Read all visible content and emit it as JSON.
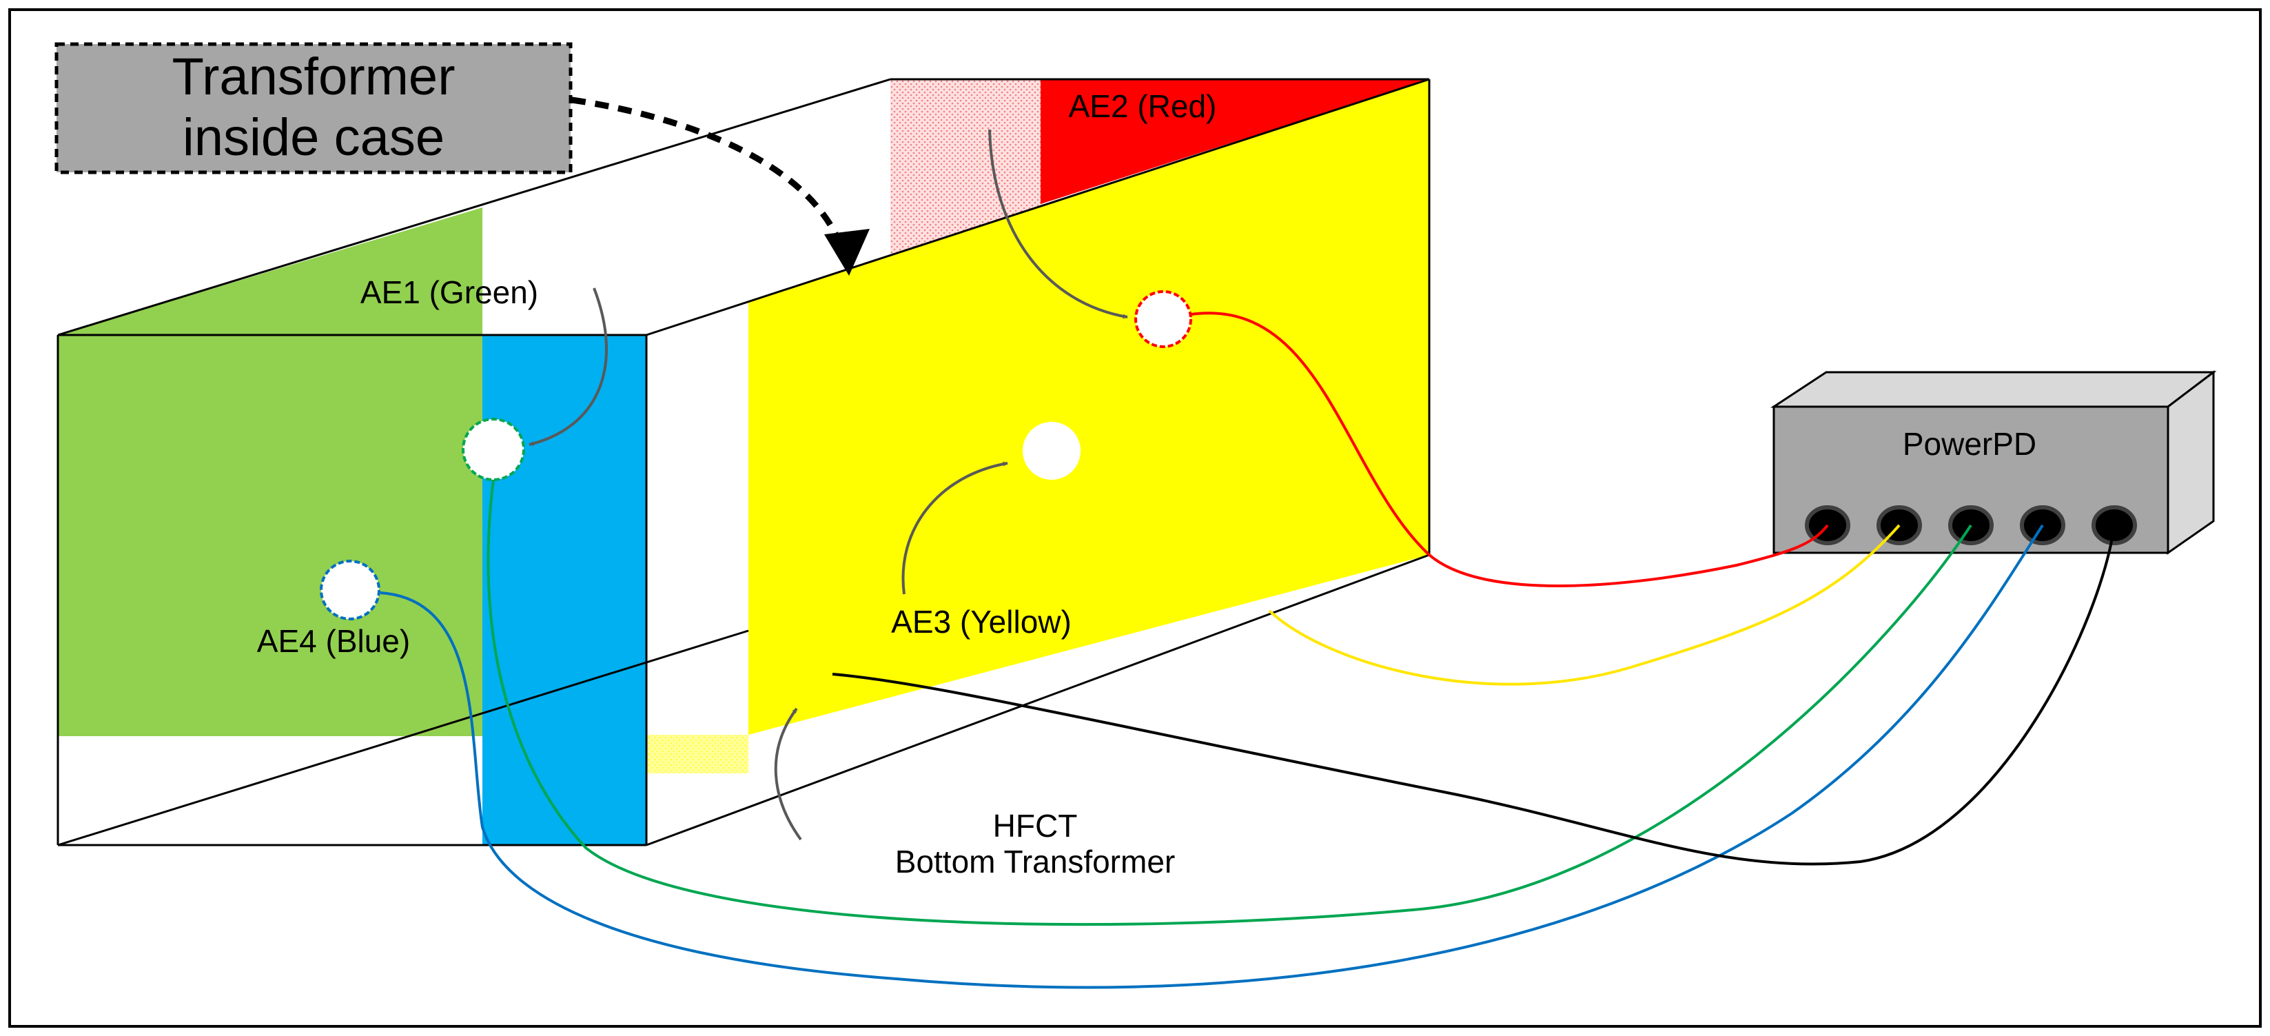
{
  "title_box": {
    "line1": "Transformer",
    "line2": "inside case"
  },
  "sensors": {
    "ae1": {
      "label": "AE1 (Green)",
      "color": "#00a651"
    },
    "ae2": {
      "label": "AE2 (Red)",
      "color": "#ff0000"
    },
    "ae3": {
      "label": "AE3 (Yellow)",
      "color": "#ffff00"
    },
    "ae4": {
      "label": "AE4 (Blue)",
      "color": "#0070c0"
    }
  },
  "hfct": {
    "line1": "HFCT",
    "line2": "Bottom Transformer",
    "color": "#000000"
  },
  "device": {
    "label": "PowerPD",
    "port_count": 5
  },
  "colors": {
    "green_panel": "#92d050",
    "blue_panel": "#00b0f0",
    "yellow_panel": "#ffff00",
    "red_panel": "#ff0000",
    "device_gray": "#a6a6a6"
  }
}
